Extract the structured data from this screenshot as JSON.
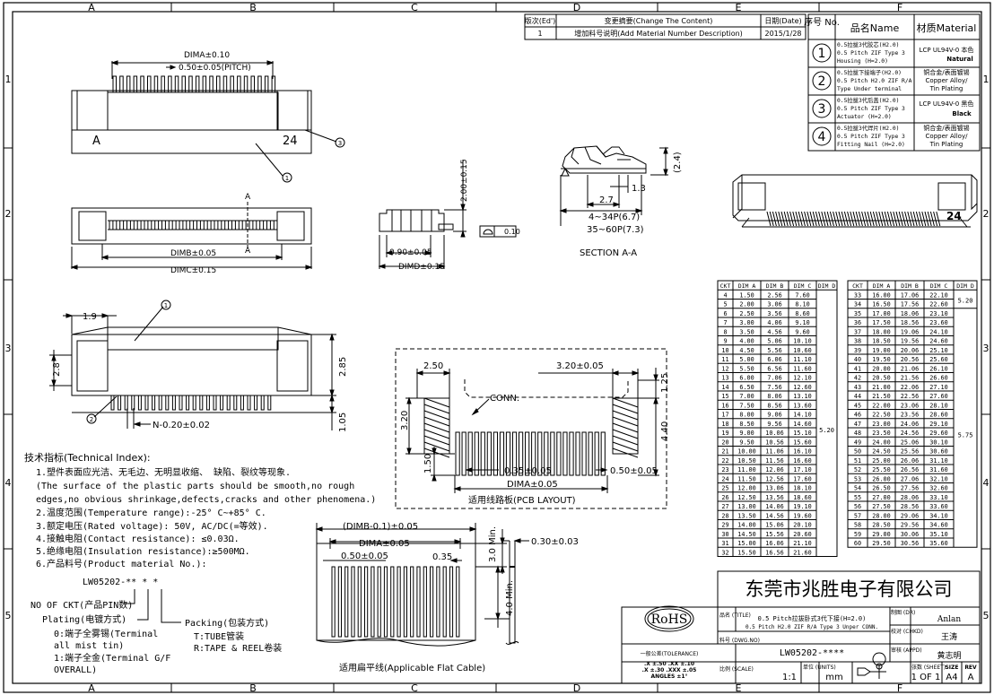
{
  "border": {
    "cols": [
      "A",
      "B",
      "C",
      "D",
      "E",
      "F"
    ],
    "rows": [
      "1",
      "2",
      "3",
      "4",
      "5"
    ]
  },
  "revision": {
    "headers": [
      "版次(Ed')",
      "变更摘要(Change The Content)",
      "日期(Date)"
    ],
    "row": [
      "1",
      "增加料号说明(Add Material Number Description)",
      "2015/1/28"
    ]
  },
  "material": {
    "headers": [
      "序号 No.",
      "品名Name",
      "材质Material"
    ],
    "rows": [
      {
        "no": "1",
        "name": [
          "0.5拉拔3代胶芯(H2.0)",
          "0.5 Pitch ZIF Type 3",
          "Housing (H=2.0)"
        ],
        "mat": [
          "LCP UL94V-0 本色",
          "Natural"
        ]
      },
      {
        "no": "2",
        "name": [
          "0.5拉拔下接端子(H2.0)",
          "0.5 Pitch H2.0 ZIF R/A",
          "Type Under terminal"
        ],
        "mat": [
          "铜合金/表面镀锡",
          "Copper Alloy/",
          "Tin Plating"
        ]
      },
      {
        "no": "3",
        "name": [
          "0.5拉拔3代后盖(H2.0)",
          "0.5 Pitch ZIF Type 3",
          "Actuator (H=2.0)"
        ],
        "mat": [
          "LCP UL94V-0 黑色",
          "Black"
        ]
      },
      {
        "no": "4",
        "name": [
          "0.5拉拔3代焊片(H2.0)",
          "0.5 Pitch ZIF Type 3",
          "Fitting Nail (H=2.0)"
        ],
        "mat": [
          "铜合金/表面镀锡",
          "Copper Alloy/",
          "Tin Plating"
        ]
      }
    ]
  },
  "dims": {
    "headers": [
      "CKT",
      "DIM A",
      "DIM B",
      "DIM C",
      "DIM D"
    ],
    "left": [
      [
        "4",
        "1.50",
        "2.56",
        "7.60"
      ],
      [
        "5",
        "2.00",
        "3.06",
        "8.10"
      ],
      [
        "6",
        "2.50",
        "3.56",
        "8.60"
      ],
      [
        "7",
        "3.00",
        "4.06",
        "9.10"
      ],
      [
        "8",
        "3.50",
        "4.56",
        "9.60"
      ],
      [
        "9",
        "4.00",
        "5.06",
        "10.10"
      ],
      [
        "10",
        "4.50",
        "5.56",
        "10.60"
      ],
      [
        "11",
        "5.00",
        "6.06",
        "11.10"
      ],
      [
        "12",
        "5.50",
        "6.56",
        "11.60"
      ],
      [
        "13",
        "6.00",
        "7.06",
        "12.10"
      ],
      [
        "14",
        "6.50",
        "7.56",
        "12.60"
      ],
      [
        "15",
        "7.00",
        "8.06",
        "13.10"
      ],
      [
        "16",
        "7.50",
        "8.56",
        "13.60"
      ],
      [
        "17",
        "8.00",
        "9.06",
        "14.10"
      ],
      [
        "18",
        "8.50",
        "9.56",
        "14.60"
      ],
      [
        "19",
        "9.00",
        "10.06",
        "15.10"
      ],
      [
        "20",
        "9.50",
        "10.56",
        "15.60"
      ],
      [
        "21",
        "10.00",
        "11.06",
        "16.10"
      ],
      [
        "22",
        "10.50",
        "11.56",
        "16.60"
      ],
      [
        "23",
        "11.00",
        "12.06",
        "17.10"
      ],
      [
        "24",
        "11.50",
        "12.56",
        "17.60"
      ],
      [
        "25",
        "12.00",
        "13.06",
        "18.10"
      ],
      [
        "26",
        "12.50",
        "13.56",
        "18.60"
      ],
      [
        "27",
        "13.00",
        "14.06",
        "19.10"
      ],
      [
        "28",
        "13.50",
        "14.56",
        "19.60"
      ],
      [
        "29",
        "14.00",
        "15.06",
        "20.10"
      ],
      [
        "30",
        "14.50",
        "15.56",
        "20.60"
      ],
      [
        "31",
        "15.00",
        "16.06",
        "21.10"
      ],
      [
        "32",
        "15.50",
        "16.56",
        "21.60"
      ]
    ],
    "left_d": "5.20",
    "right": [
      [
        "33",
        "16.00",
        "17.06",
        "22.10"
      ],
      [
        "34",
        "16.50",
        "17.56",
        "22.60"
      ],
      [
        "35",
        "17.00",
        "18.06",
        "23.10"
      ],
      [
        "36",
        "17.50",
        "18.56",
        "23.60"
      ],
      [
        "37",
        "18.00",
        "19.06",
        "24.10"
      ],
      [
        "38",
        "18.50",
        "19.56",
        "24.60"
      ],
      [
        "39",
        "19.00",
        "20.06",
        "25.10"
      ],
      [
        "40",
        "19.50",
        "20.56",
        "25.60"
      ],
      [
        "41",
        "20.00",
        "21.06",
        "26.10"
      ],
      [
        "42",
        "20.50",
        "21.56",
        "26.60"
      ],
      [
        "43",
        "21.00",
        "22.06",
        "27.10"
      ],
      [
        "44",
        "21.50",
        "22.56",
        "27.60"
      ],
      [
        "45",
        "22.00",
        "23.06",
        "28.10"
      ],
      [
        "46",
        "22.50",
        "23.56",
        "28.60"
      ],
      [
        "47",
        "23.00",
        "24.06",
        "29.10"
      ],
      [
        "48",
        "23.50",
        "24.56",
        "29.60"
      ],
      [
        "49",
        "24.00",
        "25.06",
        "30.10"
      ],
      [
        "50",
        "24.50",
        "25.56",
        "30.60"
      ],
      [
        "51",
        "25.00",
        "26.06",
        "31.10"
      ],
      [
        "52",
        "25.50",
        "26.56",
        "31.60"
      ],
      [
        "53",
        "26.00",
        "27.06",
        "32.10"
      ],
      [
        "54",
        "26.50",
        "27.56",
        "32.60"
      ],
      [
        "55",
        "27.00",
        "28.06",
        "33.10"
      ],
      [
        "56",
        "27.50",
        "28.56",
        "33.60"
      ],
      [
        "57",
        "28.00",
        "29.06",
        "34.10"
      ],
      [
        "58",
        "28.50",
        "29.56",
        "34.60"
      ],
      [
        "59",
        "29.00",
        "30.06",
        "35.10"
      ],
      [
        "60",
        "29.50",
        "30.56",
        "35.60"
      ]
    ],
    "right_d_top": "5.20",
    "right_d_bottom": "5.75"
  },
  "labels": {
    "dima_top": "DIMA±0.10",
    "pitch": "0.50±0.05(PITCH)",
    "letter_a": "A",
    "num_24": "24",
    "balloon1": "1",
    "balloon3": "3",
    "balloon2": "2",
    "section_a": "A",
    "dimb": "DIMB±0.05",
    "dimc": "DIMC±0.15",
    "side_height": "2.00±0.15",
    "side_090": "0.90±0.05",
    "side_dimd": "DIMD±0.15",
    "flat": "0.10",
    "sec_24": "(2.4)",
    "sec_13": "1.3",
    "sec_27": "2.7",
    "sec_4to34": "4~34P(6.7)",
    "sec_35to60": "35~60P(7.3)",
    "section_title": "SECTION A-A",
    "b_19": "1.9",
    "b_28": "2.8",
    "b_285": "2.85",
    "b_105": "1.05",
    "b_n": "N-0.20±0.02",
    "pcb_250": "2.50",
    "pcb_320a": "3.20±0.05",
    "pcb_125": "1.25",
    "pcb_conn": "CONN.",
    "pcb_320": "3.20",
    "pcb_440": "4.40",
    "pcb_150": "1.50",
    "pcb_035": "0.35±0.05",
    "pcb_050": "0.50±0.05",
    "pcb_dima": "DIMA±0.05",
    "pcb_title": "适用线路板(PCB LAYOUT)",
    "cable_dimb": "(DIMB-0.1)±0.05",
    "cable_dima": "DIMA±0.05",
    "cable_050": "0.50±0.05",
    "cable_035": "0.35",
    "cable_30": "3.0 Min.",
    "cable_40": "4.0 Min.",
    "cable_030": "0.30±0.03",
    "cable_title": "适用扁平线(Applicable Flat Cable)"
  },
  "tech": {
    "title": "技术指标(Technical Index):",
    "lines": [
      "1.塑件表面应光洁、无毛边、无明显收缩、 缺陷、裂纹等现象.",
      "(The surface of the plastic parts should be smooth,no rough",
      "edges,no obvious shrinkage,defects,cracks and other phenomena.)",
      "2.温度范围(Temperature range):-25° C~+85° C.",
      "3.额定电压(Rated voltage): 50V, AC/DC(=等效).",
      "4.接触电阻(Contact resistance): ≤0.03Ω.",
      "5.绝缘电阻(Insulation resistance):≥500MΩ.",
      "6.产品料号(Product material No.):"
    ],
    "part": "LW05202-** * *",
    "ckt": "NO OF CKT(产品PIN数)",
    "plating": "Plating(电镀方式)",
    "plating_opts": [
      "0:端子全雾锡(Terminal",
      "all mist tin)",
      "1:端子全金(Terminal G/F",
      "OVERALL)"
    ],
    "packing": "Packing(包装方式)",
    "packing_opts": [
      "T:TUBE管装",
      "R:TAPE & REEL卷装"
    ]
  },
  "title_block": {
    "company": "东莞市兆胜电子有限公司",
    "rohs": "RoHS",
    "name_label": "品名 (TITLE)",
    "name_cn": "0.5 Pitch拉拔卧式3代下接(H=2.0)",
    "name_en": "0.5 Pitch H2.0 ZIF R/A Type 3 Unper CONN.",
    "drawn_label": "制图 (DR)",
    "drawn": "Anlan",
    "checked_label": "校对 (CHKD)",
    "checked": "王涛",
    "approved_label": "审核 (APPD)",
    "approved": "黄志明",
    "dwg_label": "料号 (DWG.NO)",
    "dwg": "LW05202-****",
    "tol_title": "一般公差(TOLERANCE)",
    "tol_lines": [
      ".X ±.50   .XX ±.10",
      ".X ±.30   .XXX ±.05",
      "ANGLES     ±1°"
    ],
    "scale_label": "比例 (SCALE)",
    "scale": "1:1",
    "unit_label": "单位 (UNITS)",
    "unit": "mm",
    "sheet_label": "张数 (SHEET)",
    "sheet": "1 OF 1",
    "size_label": "SIZE",
    "size": "A4",
    "rev_label": "REV",
    "rev": "A"
  }
}
